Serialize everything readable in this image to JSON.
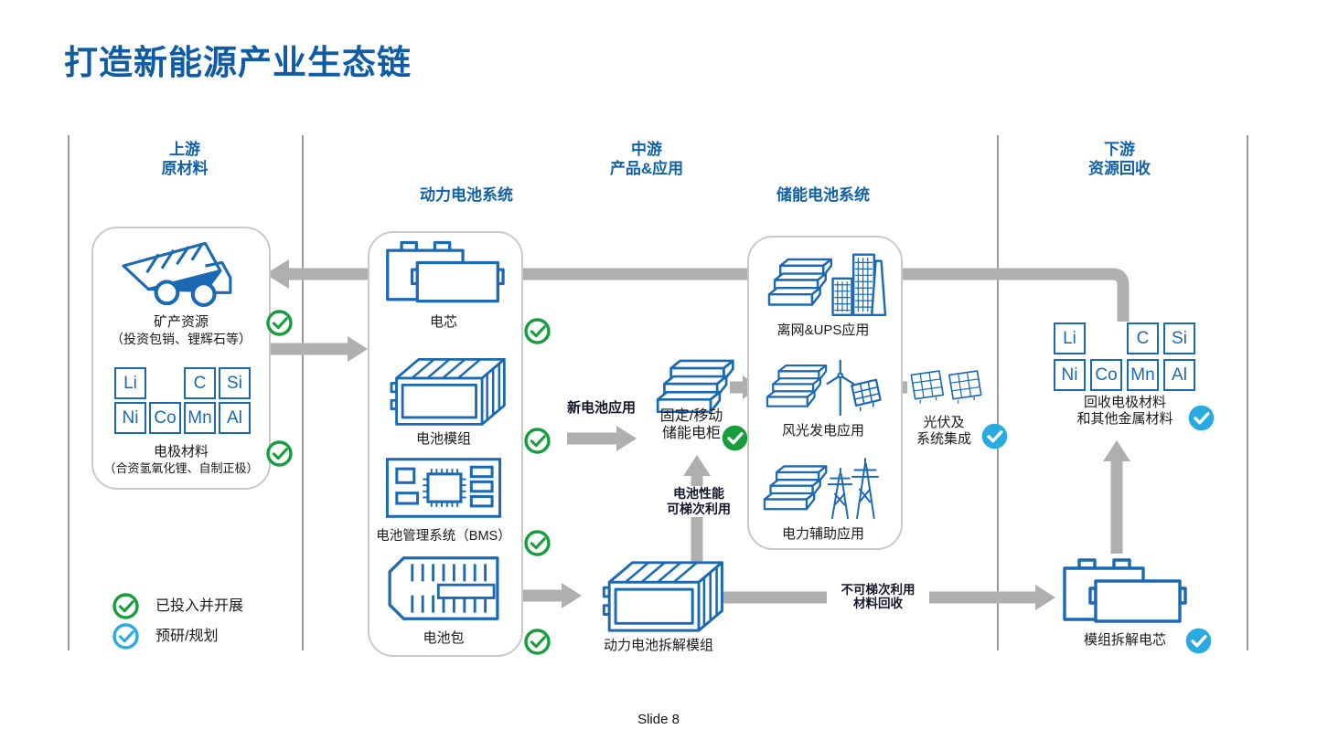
{
  "title": "打造新能源产业生态链",
  "slide_number": "Slide 8",
  "colors": {
    "accent_blue": "#1061a8",
    "icon_blue": "#1a69b2",
    "arrow_gray": "#afafaf",
    "check_green": "#189c3e",
    "check_cyan": "#29abe2"
  },
  "columns": {
    "upstream": {
      "line1": "上游",
      "line2": "原材料"
    },
    "midstream": {
      "line1": "中游",
      "line2": "产品&应用",
      "power_system": "动力电池系统",
      "storage_system": "储能电池系统"
    },
    "downstream": {
      "line1": "下游",
      "line2": "资源回收"
    }
  },
  "upstream": {
    "mineral_label": "矿产资源",
    "mineral_sub": "（投资包销、锂辉石等）",
    "tiles_row1": [
      "Li",
      "C",
      "Si"
    ],
    "tiles_row2": [
      "Ni",
      "Co",
      "Mn",
      "Al"
    ],
    "electrode_label": "电极材料",
    "electrode_sub": "（合资氢氧化锂、自制正极）"
  },
  "power_battery": {
    "cell": "电芯",
    "module": "电池模组",
    "bms": "电池管理系统（BMS）",
    "pack": "电池包"
  },
  "midstream_apps": {
    "ess_cabinet_line1": "固定/移动",
    "ess_cabinet_line2": "储能电柜",
    "offgrid_ups": "离网&UPS应用",
    "wind_solar": "风光发电应用",
    "power_aux": "电力辅助应用",
    "pv_line1": "光伏及",
    "pv_line2": "系统集成"
  },
  "recycling": {
    "dismantle_module": "动力电池拆解模组",
    "dismantled_cell": "模组拆解电芯",
    "tiles_row1": [
      "Li",
      "C",
      "Si"
    ],
    "tiles_row2": [
      "Ni",
      "Co",
      "Mn",
      "Al"
    ],
    "recovered_line1": "回收电极材料",
    "recovered_line2": "和其他金属材料"
  },
  "arrow_labels": {
    "new_battery": "新电池应用",
    "cascade_line1": "电池性能",
    "cascade_line2": "可梯次利用",
    "non_cascade_line1": "不可梯次利用",
    "non_cascade_line2": "材料回收"
  },
  "legend": {
    "invested": "已投入并开展",
    "planned": "预研/规划"
  }
}
